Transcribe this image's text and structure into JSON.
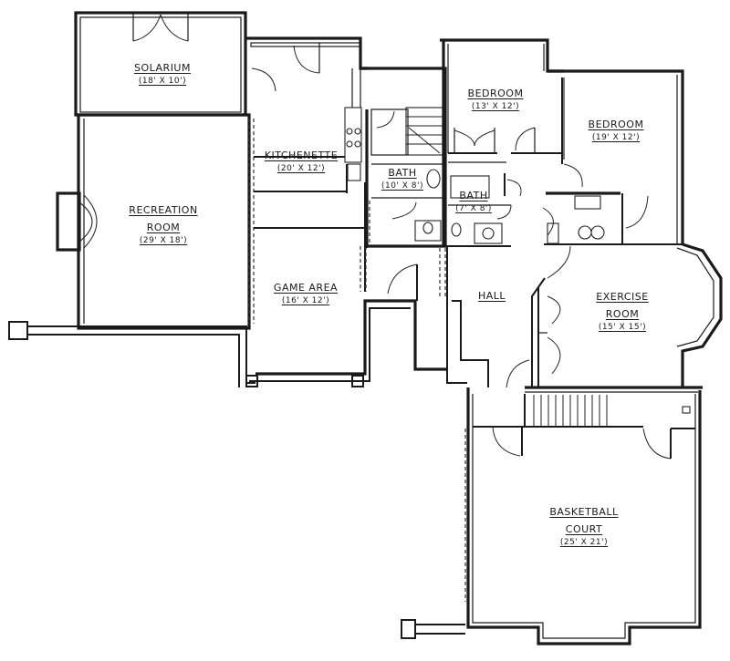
{
  "plan": {
    "type": "basement floor plan",
    "wall_color": "#1a1a1a",
    "background": "#ffffff"
  },
  "rooms": {
    "solarium": {
      "name": "SOLARIUM",
      "dims": "(18' X 10')"
    },
    "kitchenette": {
      "name": "KITCHENETTE",
      "dims": "(20' X 12')"
    },
    "bedroom1": {
      "name": "BEDROOM",
      "dims": "(13' X 12')"
    },
    "bedroom2": {
      "name": "BEDROOM",
      "dims": "(19' X 12')"
    },
    "bath1": {
      "name": "BATH",
      "dims": "(10' X 8')"
    },
    "bath2": {
      "name": "BATH",
      "dims": "(7' X 8')"
    },
    "recreation": {
      "name_line1": "RECREATION",
      "name_line2": "ROOM",
      "dims": "(29' X 18')"
    },
    "game_area": {
      "name": "GAME AREA",
      "dims": "(16' X 12')"
    },
    "hall": {
      "name": "HALL"
    },
    "exercise": {
      "name_line1": "EXERCISE",
      "name_line2": "ROOM",
      "dims": "(15' X 15')"
    },
    "basketball": {
      "name_line1": "BASKETBALL",
      "name_line2": "COURT",
      "dims": "(25' X 21')"
    }
  }
}
